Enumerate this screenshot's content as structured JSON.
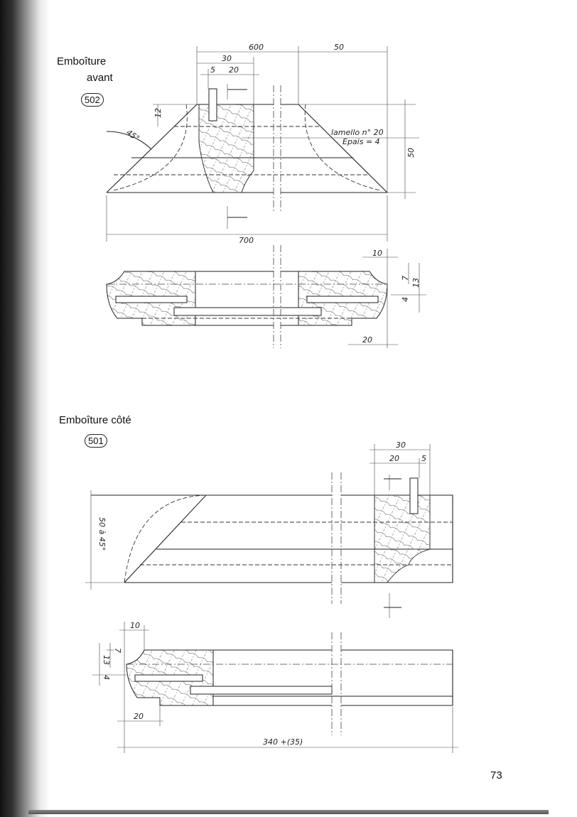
{
  "page_number": "73",
  "section_502": {
    "title_line1": "Emboîture",
    "title_line2": "avant",
    "badge": "502",
    "dims": {
      "d600": "600",
      "d50_top": "50",
      "d30": "30",
      "d5": "5",
      "d20": "20",
      "d12": "12",
      "angle": "45°",
      "d50_right": "50",
      "d700": "700"
    },
    "note_line1": "lamello n° 20",
    "note_line2": "Epais = 4",
    "section_dims": {
      "d10": "10",
      "d7": "7",
      "d13": "13",
      "d4": "4",
      "d20": "20"
    }
  },
  "section_501": {
    "title": "Emboîture côté",
    "badge": "501",
    "dims": {
      "d30": "30",
      "d20": "20",
      "d5": "5",
      "d50_45": "50 à 45°"
    },
    "section_dims": {
      "d10": "10",
      "d7": "7",
      "d13": "13",
      "d4": "4",
      "d20": "20",
      "d340": "340 +(35)"
    }
  }
}
